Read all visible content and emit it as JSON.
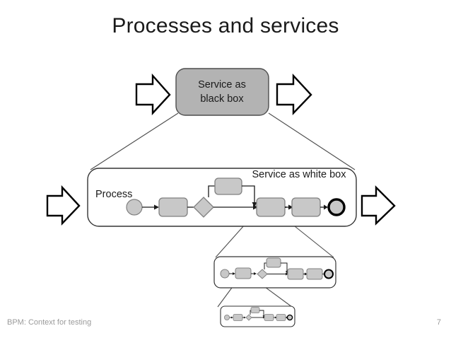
{
  "slide": {
    "title": "Processes and services",
    "footer_text": "BPM: Context for testing",
    "page_number": "7"
  },
  "colors": {
    "background": "#ffffff",
    "title_text": "#1a1a1a",
    "footer_text": "#9a9a9a",
    "black_box_fill": "#b3b3b3",
    "black_box_stroke": "#4d4d4d",
    "shape_fill": "#c8c8c8",
    "shape_stroke": "#808080",
    "start_event_fill": "#c8c8c8",
    "end_event_ring": "#000000",
    "connector": "#1a1a1a",
    "container_stroke": "#333333",
    "zoom_line": "#4d4d4d",
    "arrow_fill": "#ffffff",
    "arrow_stroke": "#000000"
  },
  "black_box": {
    "label_line1": "Service as",
    "label_line2": "black box",
    "in_arrow_name": "input-arrow",
    "out_arrow_name": "output-arrow"
  },
  "white_box": {
    "title": "Service as white box",
    "process_label": "Process",
    "in_arrow_name": "input-arrow",
    "out_arrow_name": "output-arrow"
  },
  "process_flow": {
    "nodes": [
      {
        "id": "start",
        "type": "start-event"
      },
      {
        "id": "task1",
        "type": "task"
      },
      {
        "id": "gateway",
        "type": "gateway"
      },
      {
        "id": "task_branch",
        "type": "task"
      },
      {
        "id": "task2",
        "type": "task"
      },
      {
        "id": "task3",
        "type": "task"
      },
      {
        "id": "end",
        "type": "end-event"
      }
    ]
  },
  "nested_levels": [
    {
      "level": 1,
      "name": "process-detail-level-1"
    },
    {
      "level": 2,
      "name": "process-detail-level-2"
    }
  ]
}
